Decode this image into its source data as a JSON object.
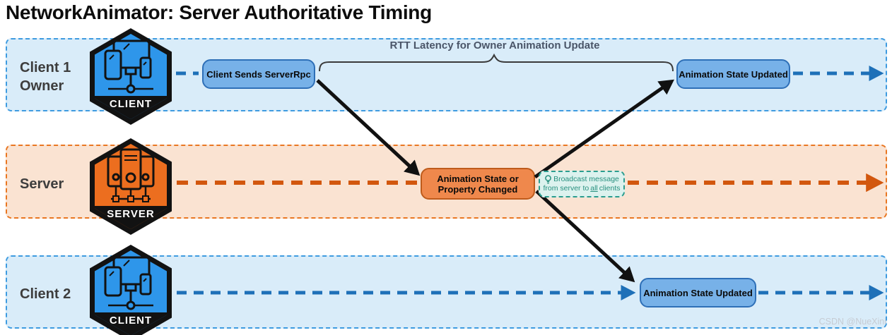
{
  "title": "NetworkAnimator: Server Authoritative Timing",
  "watermark": "CSDN @NueXini",
  "brace_label": "RTT Latency for Owner Animation Update",
  "lanes": [
    {
      "id": "client1",
      "label": "Client 1\nOwner",
      "badge": "CLIENT",
      "role": "client"
    },
    {
      "id": "server",
      "label": "Server",
      "badge": "SERVER",
      "role": "server"
    },
    {
      "id": "client2",
      "label": "Client 2",
      "badge": "CLIENT",
      "role": "client"
    }
  ],
  "nodes": {
    "client_sends": {
      "label": "Client Sends ServerRpc"
    },
    "updated_client1": {
      "label": "Animation State Updated"
    },
    "server_changed": {
      "label": "Animation State or\nProperty Changed"
    },
    "updated_client2": {
      "label": "Animation State Updated"
    }
  },
  "annotation": {
    "icon": "lightbulb-icon",
    "line1": "Broadcast message",
    "line2_prefix": "from server to ",
    "line2_underline": "all",
    "line2_suffix": " clients"
  },
  "colors": {
    "client_accent": "#2e96ea",
    "client_lane_bg": "#d9ecf9",
    "client_lane_border": "#3e9be0",
    "timeline_blue": "#1e70b8",
    "node_blue_fill": "#77b1e8",
    "node_blue_border": "#2e6fb7",
    "server_accent": "#ec6e1f",
    "server_lane_bg": "#fae3d2",
    "server_lane_border": "#e97722",
    "timeline_orange": "#d2570e",
    "node_orange_fill": "#ef884c",
    "node_orange_border": "#be5b1b",
    "annotation_teal": "#27907f",
    "annotation_bg": "#dcf2ee",
    "arrow_black": "#111111"
  }
}
